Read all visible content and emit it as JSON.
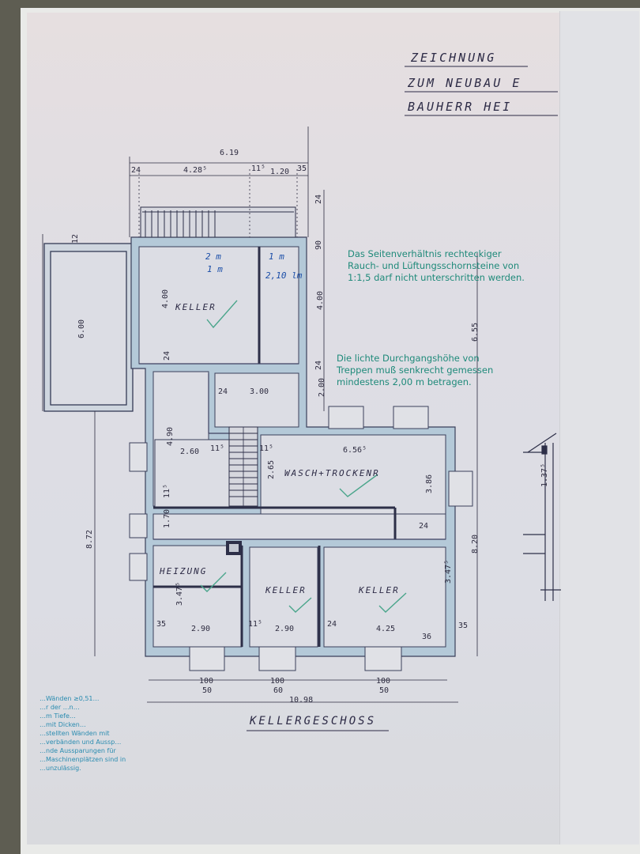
{
  "title": {
    "line1": "ZEICHNUNG",
    "line2": "ZUM NEUBAU E",
    "line3": "BAUHERR HEI"
  },
  "floor_label": "KELLERGESCHOSS",
  "rooms": {
    "keller_top": "KELLER",
    "wasch": "WASCH+TROCKENR",
    "heizung": "HEIZUNG",
    "keller_mid": "KELLER",
    "keller_right": "KELLER"
  },
  "annotations_blue": {
    "area1": "2 m",
    "area2": "1 m",
    "area3": "1 m",
    "area4": "2,10 lm"
  },
  "notes": {
    "chimney": [
      "Das Seitenverhältnis rechteckiger",
      "Rauch- und Lüftungsschornsteine von",
      "1:1,5 darf nicht unterschritten werden."
    ],
    "stairs": [
      "Die lichte Durchgangshöhe von",
      "Treppen muß senkrecht gemessen",
      "mindestens 2,00 m betragen."
    ],
    "walls_partial": [
      "…Wänden ≥0,51…",
      "…r der …n…",
      "…m Tiefe…",
      "…mit Dicken…",
      "…stellten Wänden mit",
      "…verbänden und Aussp…",
      "…nde Aussparungen für",
      "…Maschinenplätzen sind in",
      "…unzulässig."
    ]
  },
  "dimensions": {
    "top_total": "6.19",
    "top_a": "24",
    "top_b": "4.28⁵",
    "top_c": "11⁵",
    "top_d": "1.20",
    "top_e": "35",
    "right_a": "24",
    "right_b": "90",
    "right_c": "4.00",
    "right_d": "24",
    "right_e": "2.00",
    "right_f": "6.55",
    "right_g": "8.20",
    "left_garage": "6.00",
    "left_12": "12",
    "left_total": "8.72",
    "keller_h": "4.00",
    "keller_24": "24",
    "hall_24": "24",
    "hall_w": "3.00",
    "room_h": "4.90",
    "room_w": "2.60",
    "room_115": "11⁵",
    "stair_115": "11⁵",
    "stair_265": "2.65",
    "wasch_w": "6.56⁵",
    "wasch_h": "3.86",
    "wasch_24": "24",
    "corr_115": "11⁵",
    "corr_170": "1.70",
    "heiz_h": "3.47⁵",
    "bot_35l": "35",
    "bot_a": "2.90",
    "bot_115": "11⁵",
    "bot_b": "2.90",
    "bot_24": "24",
    "bot_c": "4.25",
    "bot_36": "36",
    "bot_35r": "35",
    "keller_r_h": "3.47⁵",
    "win1_a": "100",
    "win1_b": "50",
    "win2_a": "100",
    "win2_b": "60",
    "win3_a": "100",
    "win3_b": "50",
    "bottom_total": "10.98",
    "side_137": "1.37⁵"
  }
}
